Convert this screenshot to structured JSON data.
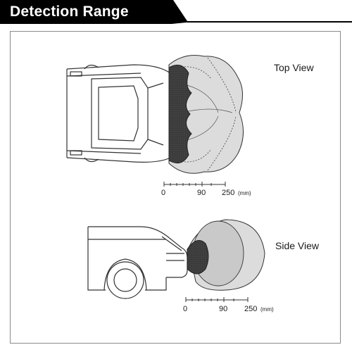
{
  "header": {
    "title": "Detection Range",
    "bar_color": "#000000"
  },
  "top_view": {
    "label": "Top View",
    "scale": {
      "ticks": [
        "0",
        "90",
        "250"
      ],
      "unit": "(mm)"
    }
  },
  "side_view": {
    "label": "Side View",
    "scale": {
      "ticks": [
        "0",
        "90",
        "250"
      ],
      "unit": "(mm)"
    }
  },
  "colors": {
    "outer_zone": "#d6d6d6",
    "inner_zone": "#3a3a3a",
    "line": "#333333"
  }
}
